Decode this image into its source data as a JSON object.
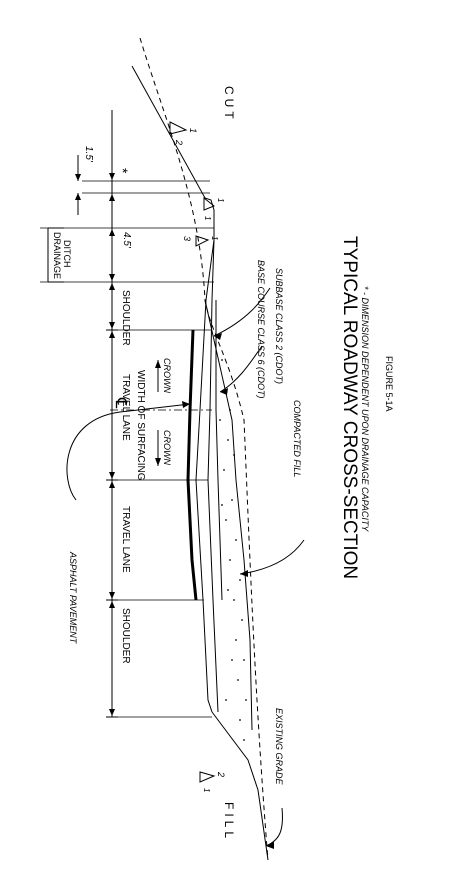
{
  "labels": {
    "cut": "CUT",
    "fill": "FILL",
    "dim_1_5": "1.5'",
    "star": "*",
    "drainage_ditch_1": "DRAINAGE",
    "drainage_ditch_2": "DITCH",
    "dim_4_5": "4.5'",
    "shoulder_top": "SHOULDER",
    "travel_lane_top": "TRAVEL LANE",
    "centerline": "℄",
    "width_of_surfacing": "WIDTH OF SURFACING",
    "travel_lane_bottom": "TRAVEL LANE",
    "shoulder_bottom": "SHOULDER",
    "crown_top": "CROWN",
    "crown_bottom": "CROWN",
    "asphalt_pavement": "ASPHALT PAVEMENT",
    "base_course": "BASE COURSE CLASS 6 (CDOT)",
    "subbase": "SUBBASE CLASS 2 (CDOT)",
    "compacted_fill": "COMPACTED FILL",
    "existing_grade": "EXISTING GRADE",
    "slope_cut_1": "1",
    "slope_cut_2": "2",
    "slope_ditch_1": "1",
    "slope_ditch_1b": "1",
    "slope_3": "3",
    "slope_3_1": "1",
    "slope_fill_2": "2",
    "slope_fill_1": "1"
  },
  "title": "TYPICAL ROADWAY CROSS-SECTION",
  "note": "* - DIMENSION DEPENDENT UPON DRAINAGE CAPACITY",
  "figure": "FIGURE 5-1A"
}
